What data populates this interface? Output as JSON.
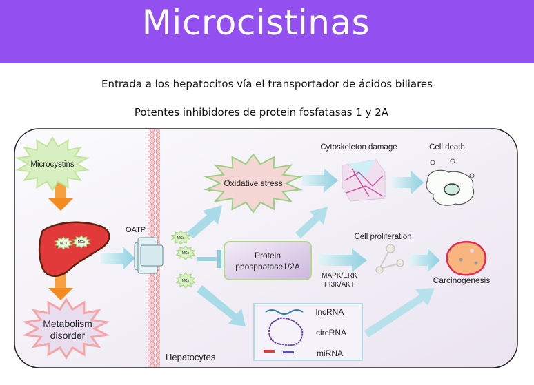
{
  "header": {
    "title": "Microcistinas",
    "color": "#944ff0"
  },
  "subtitles": [
    "Entrada a los hepatocitos vía el transportador de ácidos biliares",
    "Potentes inhibidores  de protein fosfatasas 1 y 2A"
  ],
  "diagram": {
    "microcystins": "Microcystins",
    "mcs": "MCs",
    "metabolism": [
      "Metabolism",
      "disorder"
    ],
    "oatp": "OATP",
    "oxidative": "Oxidative stress",
    "phosphatase": [
      "Protein",
      "phosphatase1/2A"
    ],
    "cytoskeleton": "Cytoskeleton damage",
    "cell_death": "Cell death",
    "proliferation": "Cell proliferation",
    "pathways": [
      "MAPK/ERK",
      "PI3K/AKT"
    ],
    "carcinogenesis": "Carcinogenesis",
    "rnas": [
      "lncRNA",
      "circRNA",
      "miRNA"
    ],
    "hepatocytes": "Hepatocytes"
  }
}
